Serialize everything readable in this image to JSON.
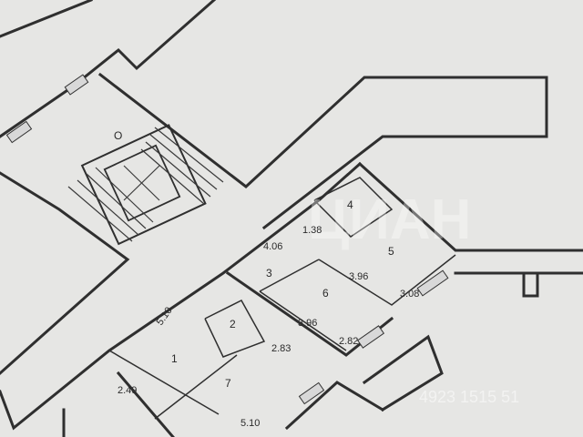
{
  "plan": {
    "top_marker": "О",
    "rooms": [
      {
        "id": "1",
        "label": "1"
      },
      {
        "id": "2",
        "label": "2"
      },
      {
        "id": "3",
        "label": "3"
      },
      {
        "id": "4",
        "label": "4"
      },
      {
        "id": "5",
        "label": "5"
      },
      {
        "id": "6",
        "label": "6"
      },
      {
        "id": "7",
        "label": "7"
      }
    ],
    "dimensions": [
      "5.10",
      "4.06",
      "1.38",
      "3.96",
      "3.08",
      "3.96",
      "2.82",
      "2.83",
      "2.49",
      "5.10"
    ]
  },
  "watermark": {
    "text": "ЦИАН",
    "phone": "4923 1515 51"
  }
}
